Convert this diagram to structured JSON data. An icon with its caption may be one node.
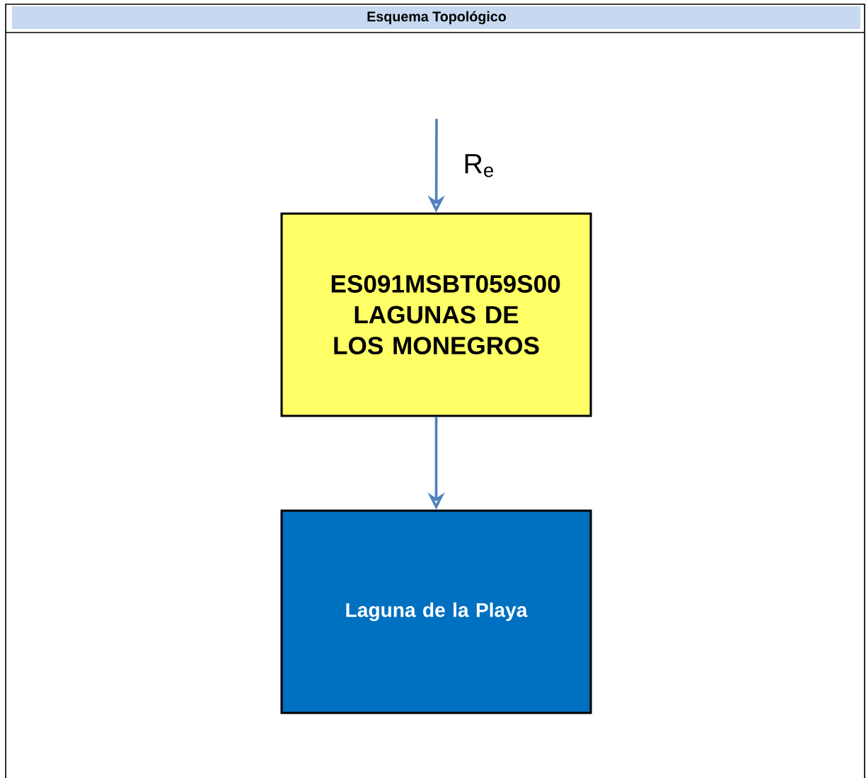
{
  "diagram": {
    "title": "Esquema Topológico",
    "nodes": [
      {
        "text": [
          "ES091MSBT059S00 LAGUNAS DE LOS MONEGROS"
        ]
      },
      {
        "text": [
          "Laguna de la Playa"
        ]
      }
    ],
    "edges": [
      {
        "from": null,
        "to": 0,
        "arrow": "to",
        "label": "R$_{e}$"
      },
      {
        "from": 0,
        "to": 1,
        "arrow": "to"
      }
    ]
  }
}
